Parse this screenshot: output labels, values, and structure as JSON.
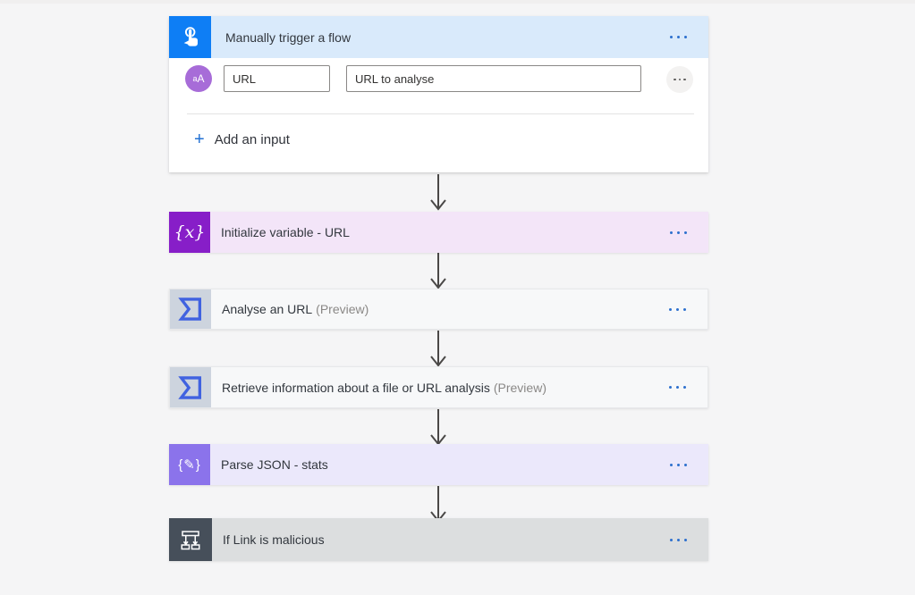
{
  "colors": {
    "canvas_bg": "#f5f5f6",
    "trigger_icon_blue": "#0e7ef5",
    "trigger_header_bg": "#d9eafb",
    "variable_icon_purple": "#871ec8",
    "variable_row_bg": "#f3e5f8",
    "connector_icon_blue": "#4062e0",
    "connector_icon_bg": "#cdd4de",
    "connector_row_bg": "#f7f8f9",
    "parse_json_icon_purple": "#8b73eb",
    "parse_json_row_bg": "#ebe8fb",
    "condition_icon_dark": "#464f5a",
    "condition_row_bg": "#dcdedf",
    "menu_dots_blue": "#2d70ce",
    "add_input_blue": "#2270d3",
    "arrow_gray": "#4a4847",
    "preview_text_gray": "#8a8886"
  },
  "trigger": {
    "title": "Manually trigger a flow",
    "type_glyph_small": "a",
    "type_glyph_large": "A",
    "field_label": "URL",
    "field_description": "URL to analyse",
    "add_input_label": "Add an input"
  },
  "steps": [
    {
      "title": "Initialize variable - URL",
      "icon_glyph": "{x}"
    },
    {
      "title": "Analyse an URL",
      "suffix": "(Preview)"
    },
    {
      "title": "Retrieve information about a file or URL analysis",
      "suffix": "(Preview)"
    },
    {
      "title": "Parse JSON - stats",
      "icon_glyph": "{✎}"
    },
    {
      "title": "If Link is malicious"
    }
  ]
}
